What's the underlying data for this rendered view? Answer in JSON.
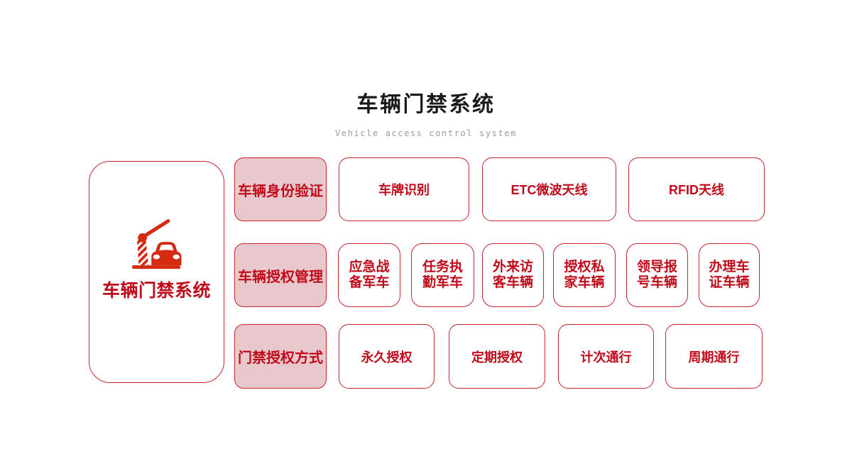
{
  "header": {
    "title": "车辆门禁系统",
    "subtitle": "Vehicle access control system"
  },
  "root": {
    "label": "车辆门禁系统",
    "icon": "barrier-gate-car-icon"
  },
  "rows": [
    {
      "category": "车辆身份验证",
      "items": [
        "车牌识别",
        "ETC微波天线",
        "RFID天线"
      ]
    },
    {
      "category": "车辆授权管理",
      "items": [
        "应急战备军车",
        "任务执勤军车",
        "外来访客车辆",
        "授权私家车辆",
        "领导报号车辆",
        "办理车证车辆"
      ]
    },
    {
      "category": "门禁授权方式",
      "items": [
        "永久授权",
        "定期授权",
        "计次通行",
        "周期通行"
      ]
    }
  ],
  "colors": {
    "accent-border": "#C3242E",
    "accent-text": "#C00B1B",
    "highlight-bg": "#E9C8CD",
    "icon-red": "#D52B12",
    "title-color": "#1A1A1A",
    "subtitle-color": "#9B9B9B"
  }
}
